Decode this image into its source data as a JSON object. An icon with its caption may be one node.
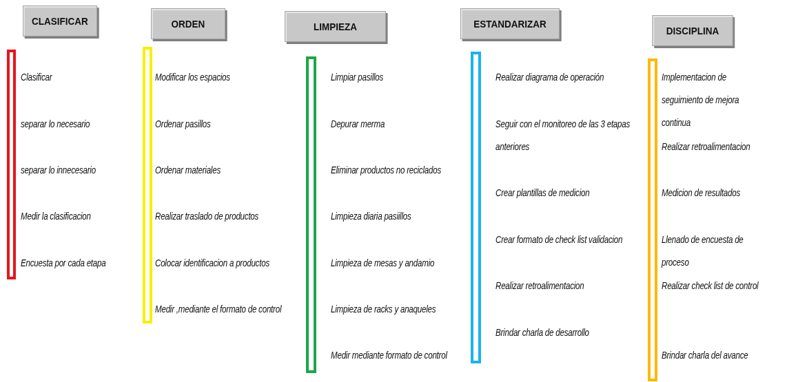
{
  "diagram": {
    "nodes": [
      {
        "text": [
          "CLASIFICAR"
        ]
      },
      {
        "text": [],
        "shape": "bar",
        "beside": [
          "Clasificar",
          "separar lo necesario",
          "separar lo innecesario",
          "Medir la clasificacion",
          "Encuesta por cada etapa"
        ]
      },
      {
        "text": [
          "ORDEN"
        ]
      },
      {
        "text": [],
        "shape": "bar",
        "beside": [
          "Modificar los espacios",
          "Ordenar pasillos",
          "Ordenar materiales",
          "Realizar traslado de productos",
          "Colocar identificacion a productos",
          "Medir ,mediante el formato de control"
        ]
      },
      {
        "text": [
          "LIMPIEZA"
        ]
      },
      {
        "text": [],
        "shape": "bar",
        "beside": [
          "Limpiar pasillos",
          "Depurar merma",
          "Eliminar productos no reciclados",
          "Limpieza diaria pasiillos",
          "Limpieza de mesas y andamio",
          "Limpieza de racks y anaqueles",
          "Medir mediante formato  de control"
        ]
      },
      {
        "text": [
          "ESTANDARIZAR"
        ]
      },
      {
        "text": [],
        "shape": "bar",
        "beside": [
          "Realizar diagrama de operación",
          "Seguir con el monitoreo de las 3 etapas anteriores",
          "Crear plantillas de medicion",
          "Crear formato de check list validacion",
          "Realizar retroalimentacion",
          "Brindar charla de desarrollo"
        ]
      },
      {
        "text": [
          "DISCIPLINA"
        ]
      },
      {
        "text": [],
        "shape": "bar",
        "beside": [
          "Implementacion de seguimiento de mejora continua",
          "Realizar retroalimentacion",
          "Medicion de resultados",
          "Llenado de encuesta de proceso",
          "Realizar check list de control",
          "Brindar charla del avance"
        ]
      }
    ]
  }
}
